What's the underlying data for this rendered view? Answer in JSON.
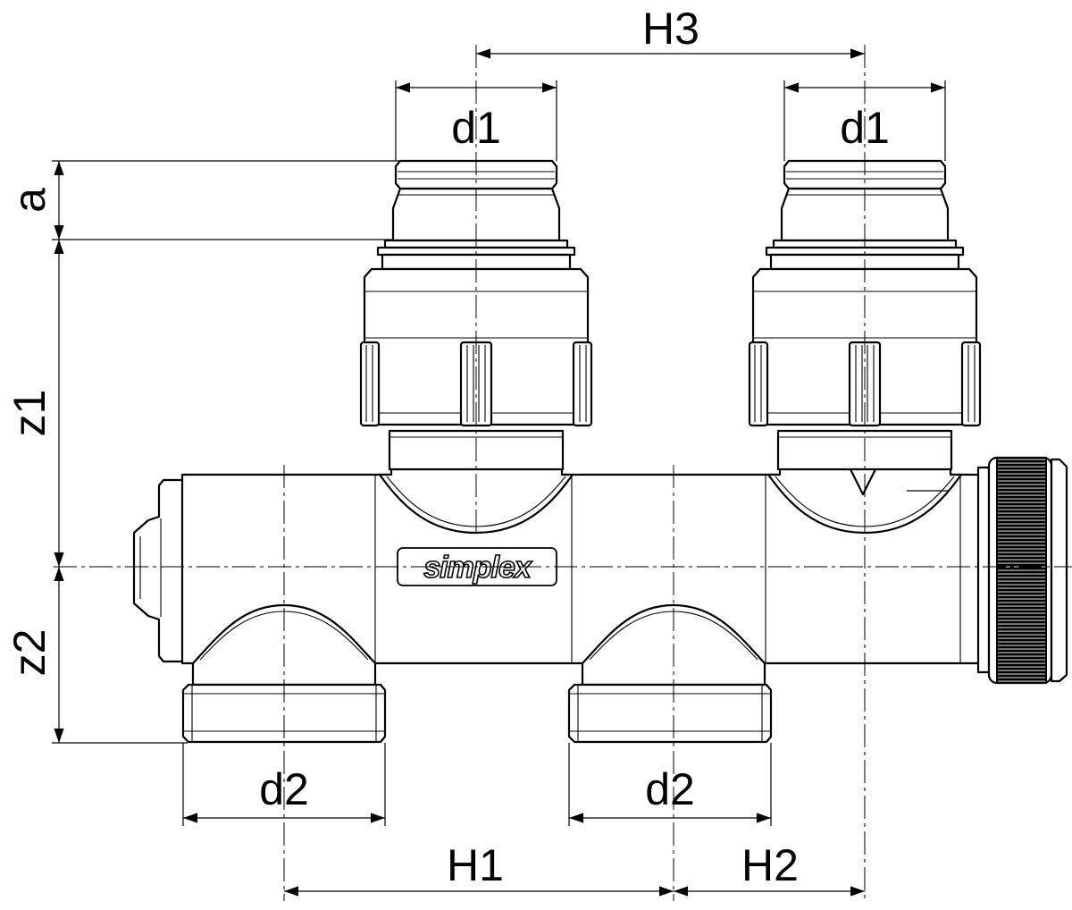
{
  "labels": {
    "h3": "H3",
    "d1_left": "d1",
    "d1_right": "d1",
    "a": "a",
    "z1": "z1",
    "z2": "z2",
    "d2_left": "d2",
    "d2_right": "d2",
    "h1": "H1",
    "h2": "H2"
  },
  "logo_text": "simplex",
  "colors": {
    "line": "#000000",
    "background": "#ffffff"
  }
}
